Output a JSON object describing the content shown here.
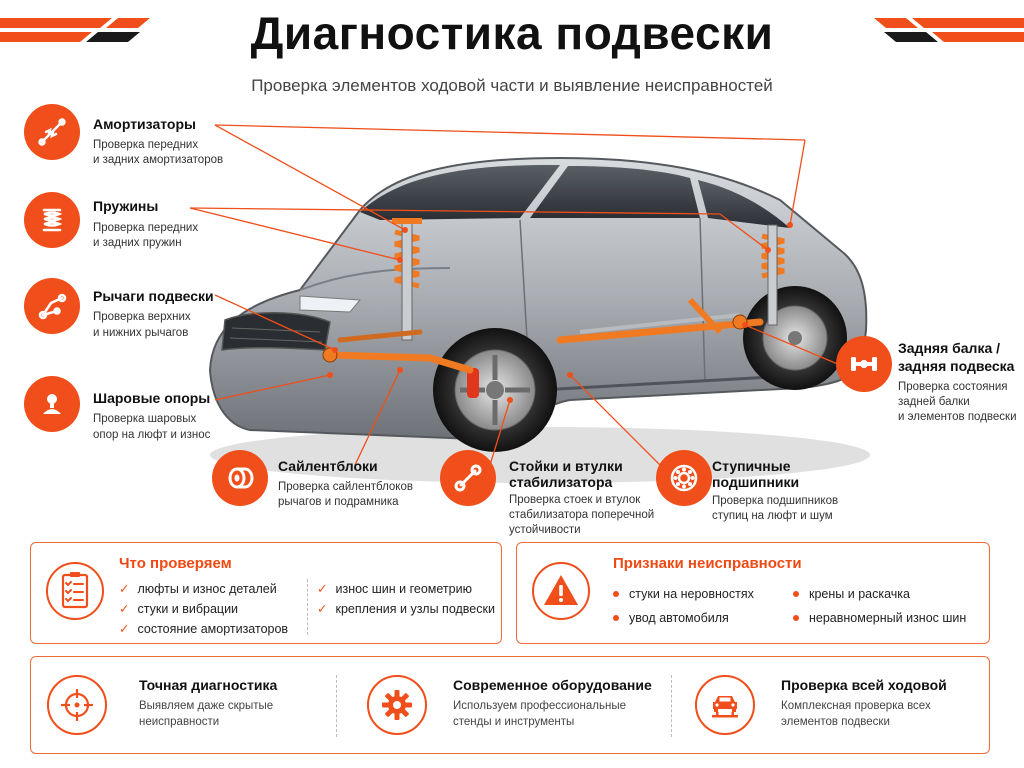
{
  "header": {
    "title": "Диагностика подвески",
    "subtitle": "Проверка элементов ходовой части и выявление неисправностей"
  },
  "colors": {
    "accent": "#f04e1a",
    "dark": "#111111",
    "car_body": "#9a9ea3"
  },
  "components": [
    {
      "title": "Амортизаторы",
      "desc1": "Проверка передних",
      "desc2": "и задних амортизаторов",
      "icon": "shock-absorber-icon"
    },
    {
      "title": "Пружины",
      "desc1": "Проверка передних",
      "desc2": "и задних пружин",
      "icon": "spring-icon"
    },
    {
      "title": "Рычаги подвески",
      "desc1": "Проверка верхних",
      "desc2": "и нижних рычагов",
      "icon": "control-arm-icon"
    },
    {
      "title": "Шаровые опоры",
      "desc1": "Проверка шаровых",
      "desc2": "опор на люфт и износ",
      "icon": "ball-joint-icon"
    },
    {
      "title": "Сайлентблоки",
      "desc1": "Проверка сайлентблоков",
      "desc2": "рычагов и подрамника",
      "icon": "bushing-icon"
    },
    {
      "title1": "Стойки и втулки",
      "title2": "стабилизатора",
      "desc1": "Проверка стоек и втулок",
      "desc2": "стабилизатора поперечной",
      "desc3": "устойчивости",
      "icon": "stabilizer-link-icon"
    },
    {
      "title1": "Ступичные",
      "title2": "подшипники",
      "desc1": "Проверка подшипников",
      "desc2": "ступиц на люфт и шум",
      "icon": "bearing-icon"
    },
    {
      "title1": "Задняя балка /",
      "title2": "задняя подвеска",
      "desc1": "Проверка состояния",
      "desc2": "задней балки",
      "desc3": "и элементов подвески",
      "icon": "rear-beam-icon"
    }
  ],
  "check_box": {
    "title": "Что проверяем",
    "icon": "checklist-icon",
    "items": [
      "люфты и износ деталей",
      "стуки и вибрации",
      "состояние амортизаторов",
      "износ шин и геометрию",
      "крепления и узлы подвески"
    ]
  },
  "signs_box": {
    "title": "Признаки неисправности",
    "icon": "warning-icon",
    "items": [
      "стуки на неровностях",
      "увод автомобиля",
      "крены и раскачка",
      "неравномерный износ шин"
    ]
  },
  "features": [
    {
      "title": "Точная диагностика",
      "desc1": "Выявляем даже скрытые",
      "desc2": "неисправности",
      "icon": "target-icon"
    },
    {
      "title": "Современное оборудование",
      "desc1": "Используем профессиональные",
      "desc2": "стенды и инструменты",
      "icon": "gear-icon"
    },
    {
      "title": "Проверка всей ходовой",
      "desc1": "Комплексная проверка всех",
      "desc2": "элементов подвески",
      "icon": "car-lift-icon"
    }
  ]
}
